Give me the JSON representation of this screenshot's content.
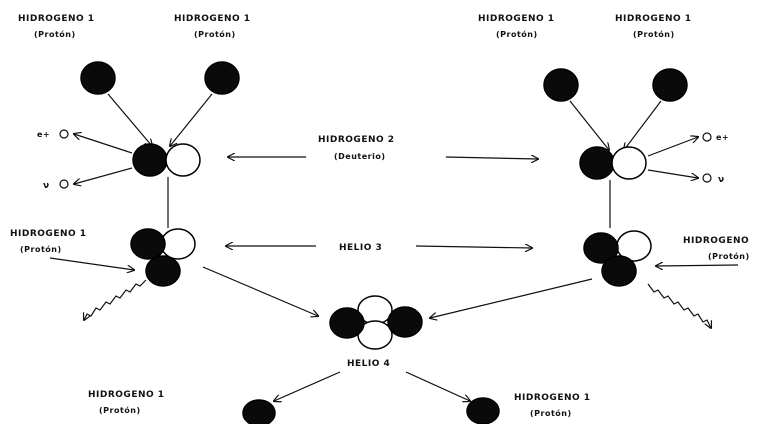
{
  "labels": {
    "h1_left_a": "HIDROGENO 1",
    "h1_left_a_sub": "(Protón)",
    "h1_left_b": "HIDROGENO 1",
    "h1_left_b_sub": "(Protón)",
    "h1_right_a": "HIDROGENO 1",
    "h1_right_a_sub": "(Protón)",
    "h1_right_b": "HIDROGENO 1",
    "h1_right_b_sub": "(Protón)",
    "h2": "HIDROGENO 2",
    "h2_sub": "(Deuterio)",
    "he3": "HELIO 3",
    "he4": "HELIO 4",
    "h1_side_left": "HIDROGENO 1",
    "h1_side_left_sub": "(Protón)",
    "h1_side_right": "HIDROGENO",
    "h1_side_right_sub": "(Protón)",
    "h1_bottom_left": "HIDROGENO 1",
    "h1_bottom_left_sub": "(Protón)",
    "h1_bottom_right": "HIDROGENO 1",
    "h1_bottom_right_sub": "(Protón)",
    "positron_left": "e+",
    "neutrino_left": "ν",
    "positron_right": "e+",
    "neutrino_right": "ν"
  },
  "colors": {
    "proton": "#0a0a0a",
    "neutron": "#ffffff",
    "ink": "#111111"
  }
}
